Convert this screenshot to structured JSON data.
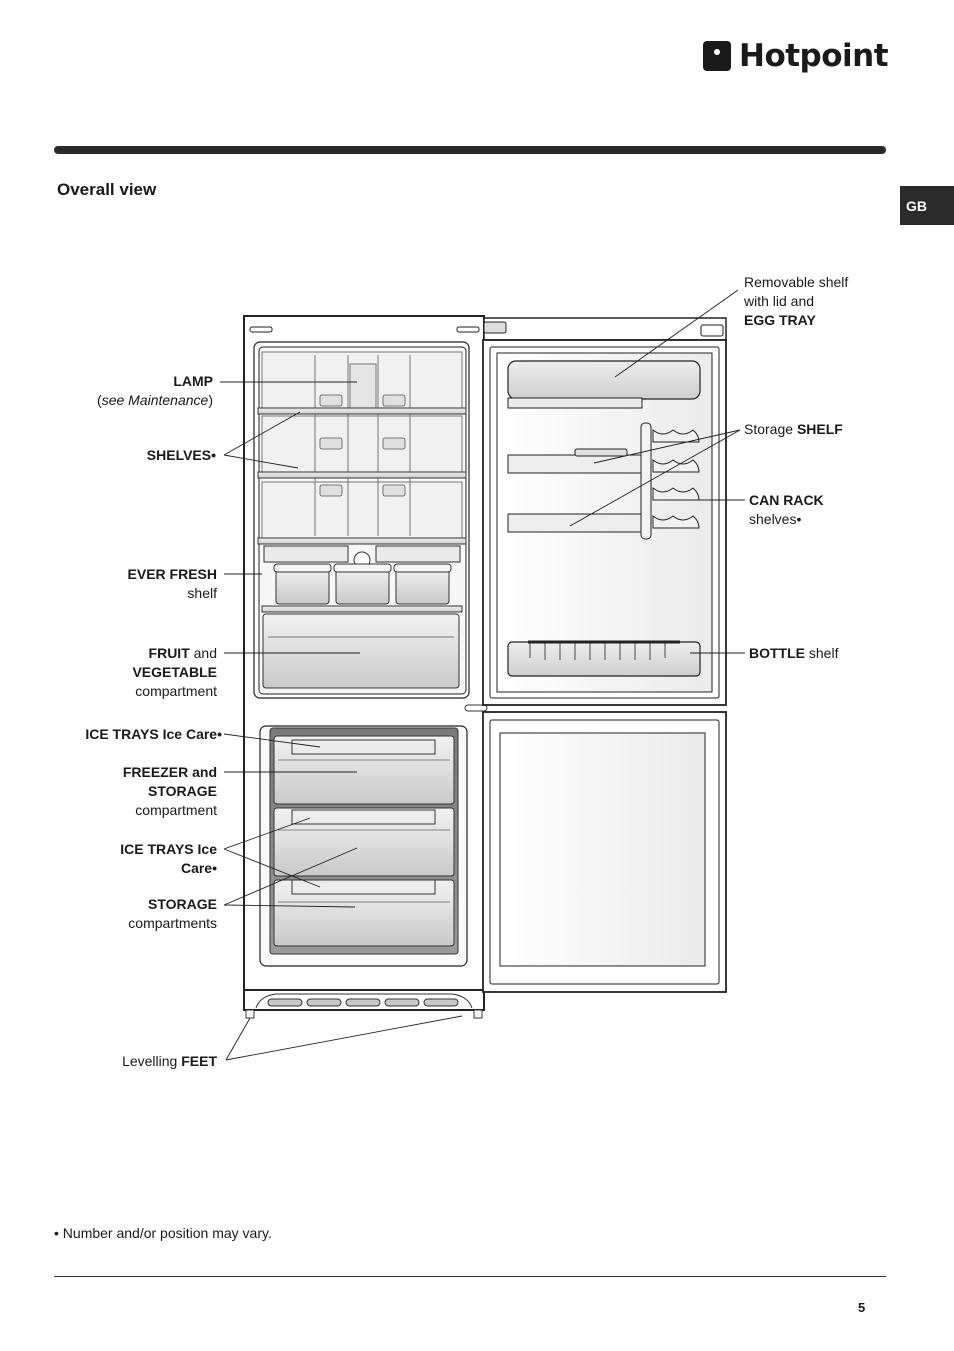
{
  "header": {
    "brand": "Hotpoint",
    "language_tab": "GB"
  },
  "section_title": "Overall view",
  "labels": {
    "lamp": {
      "bold": "LAMP",
      "sub_open": "(",
      "sub_italic": "see Maintenance",
      "sub_close": ")"
    },
    "shelves": {
      "bold": "SHELVES•"
    },
    "ever_fresh": {
      "bold": "EVER FRESH",
      "sub": "shelf"
    },
    "fruit_veg": {
      "bold1": "FRUIT",
      "mid": " and",
      "bold2": "VEGETABLE",
      "sub": "compartment"
    },
    "ice_trays_1": {
      "bold": "ICE TRAYS Ice Care•"
    },
    "freezer": {
      "bold1": "FREEZER and",
      "bold2": "STORAGE",
      "sub": "compartment"
    },
    "ice_trays_2": {
      "bold1": "ICE TRAYS Ice",
      "bold2": "Care•"
    },
    "storage": {
      "bold": "STORAGE",
      "sub": "compartments"
    },
    "feet": {
      "normal": "Levelling ",
      "bold": "FEET"
    },
    "egg_tray": {
      "line1": "Removable shelf",
      "line2": "with lid and",
      "bold": "EGG TRAY"
    },
    "storage_shelf": {
      "normal": "Storage ",
      "bold": "SHELF"
    },
    "can_rack": {
      "bold": "CAN RACK",
      "sub": "shelves•"
    },
    "bottle_shelf": {
      "bold": "BOTTLE",
      "normal": " shelf"
    }
  },
  "footnote": "• Number and/or position may vary.",
  "page_number": "5"
}
